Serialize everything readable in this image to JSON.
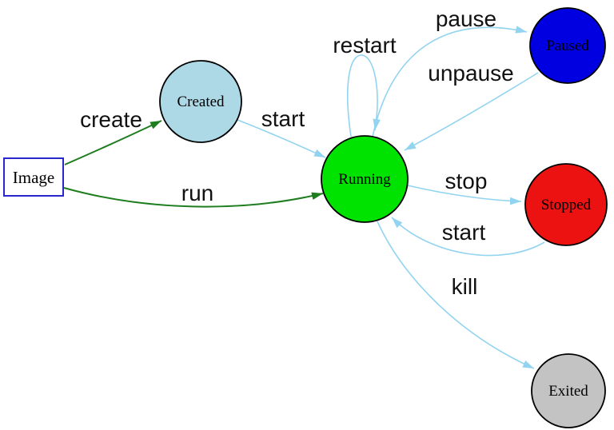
{
  "nodes": {
    "image": {
      "label": "Image",
      "fill": "#ffffff",
      "border": "#2727cd"
    },
    "created": {
      "label": "Created",
      "fill": "#add8e6"
    },
    "running": {
      "label": "Running",
      "fill": "#00e300"
    },
    "paused": {
      "label": "Paused",
      "fill": "#0000e0"
    },
    "stopped": {
      "label": "Stopped",
      "fill": "#ec1212"
    },
    "exited": {
      "label": "Exited",
      "fill": "#c3c3c3"
    }
  },
  "edges": {
    "create": {
      "label": "create",
      "color": "#1e7d1e"
    },
    "run": {
      "label": "run",
      "color": "#1e7d1e"
    },
    "start_from_created": {
      "label": "start",
      "color": "#92d4f0"
    },
    "restart": {
      "label": "restart",
      "color": "#92d4f0"
    },
    "pause": {
      "label": "pause",
      "color": "#92d4f0"
    },
    "unpause": {
      "label": "unpause",
      "color": "#92d4f0"
    },
    "stop": {
      "label": "stop",
      "color": "#92d4f0"
    },
    "start_from_stopped": {
      "label": "start",
      "color": "#92d4f0"
    },
    "kill": {
      "label": "kill",
      "color": "#92d4f0"
    }
  },
  "colors": {
    "arrow_blue": "#92d4f0",
    "arrow_green": "#1e7d1e",
    "node_border": "#000000",
    "background": "#ffffff"
  }
}
